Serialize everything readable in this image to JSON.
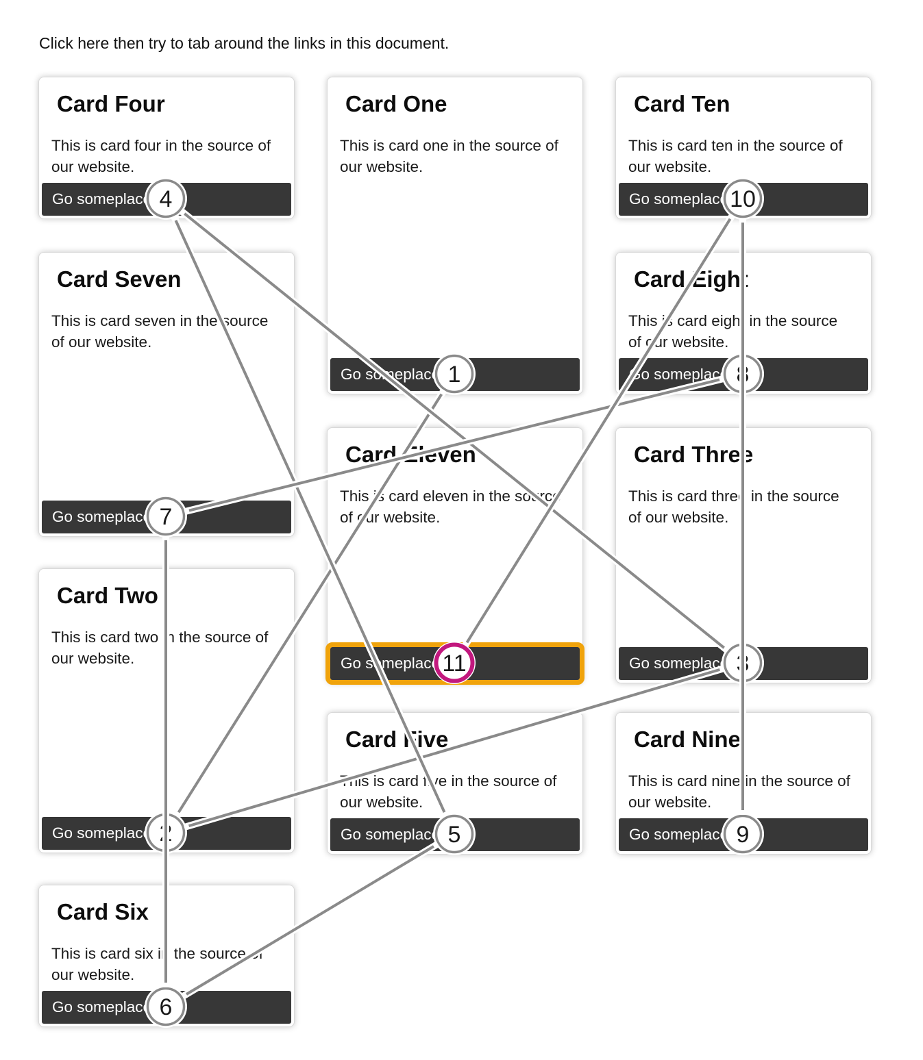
{
  "page": {
    "heading": "Click here then try to tab around the links in this document."
  },
  "cards": [
    {
      "title": "Card Four",
      "body": "This is card four in the source of our website.",
      "button": "Go someplace",
      "tab_index": 4,
      "focused": false
    },
    {
      "title": "Card Seven",
      "body": "This is card seven in the source of our website.",
      "button": "Go someplace",
      "tab_index": 7,
      "focused": false
    },
    {
      "title": "Card Two",
      "body": "This is card two in the source of our website.",
      "button": "Go someplace",
      "tab_index": 2,
      "focused": false
    },
    {
      "title": "Card Six",
      "body": "This is card six in the source of our website.",
      "button": "Go someplace",
      "tab_index": 6,
      "focused": false
    },
    {
      "title": "Card One",
      "body": "This is card one in the source of our website.",
      "button": "Go someplace",
      "tab_index": 1,
      "focused": false
    },
    {
      "title": "Card Eleven",
      "body": "This is card eleven in the source of our website.",
      "button": "Go someplace",
      "tab_index": 11,
      "focused": true
    },
    {
      "title": "Card Five",
      "body": "This is card five in the source of our website.",
      "button": "Go someplace",
      "tab_index": 5,
      "focused": false
    },
    {
      "title": "Card Ten",
      "body": "This is card ten in the source of our website.",
      "button": "Go someplace",
      "tab_index": 10,
      "focused": false
    },
    {
      "title": "Card Eight",
      "body": "This is card eight in the source of our website.",
      "button": "Go someplace",
      "tab_index": 8,
      "focused": false
    },
    {
      "title": "Card Three",
      "body": "This is card three in the source of our website.",
      "button": "Go someplace",
      "tab_index": 3,
      "focused": false
    },
    {
      "title": "Card Nine",
      "body": "This is card nine in the source of our website.",
      "button": "Go someplace",
      "tab_index": 9,
      "focused": false
    }
  ],
  "tab_order_overlay": {
    "marker_numbers": [
      1,
      2,
      3,
      4,
      5,
      6,
      7,
      8,
      9,
      10,
      11
    ],
    "active_marker": 11,
    "colors": {
      "connector": "#8a8a8a",
      "connector_casing": "#ffffff",
      "marker_fill": "#ffffff",
      "marker_border": "#8a8a8a",
      "active_marker_border": "#c2187e",
      "marker_number": "#1a1a1a",
      "focus_ring": "#f0a30b",
      "button_bg": "#373737",
      "button_text": "#ffffff"
    }
  }
}
